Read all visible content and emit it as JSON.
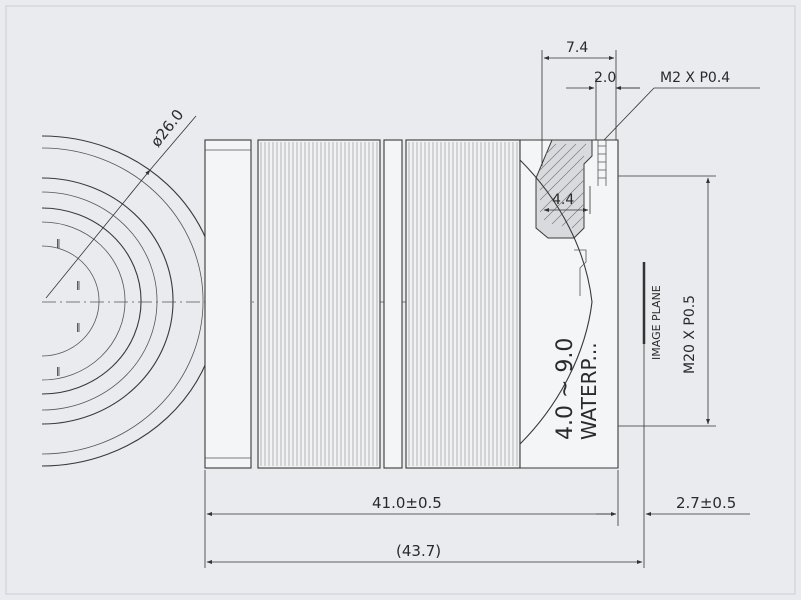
{
  "drawing": {
    "front_view": {
      "diameter_label": "ø26.0"
    },
    "dimensions": {
      "top_7_4": "7.4",
      "top_2_0": "2.0",
      "thread_callout": "M2 X P0.4",
      "mid_4_4": "4.4",
      "length": "41.0±0.5",
      "back_focus": "2.7±0.5",
      "overall_length": "(43.7)"
    },
    "labels": {
      "mount_thread": "M20 X P0.5",
      "image_plane": "IMAGE PLANE",
      "focal_range": "4.0 ~ 9.0",
      "waterproof": "WATERP..."
    }
  }
}
